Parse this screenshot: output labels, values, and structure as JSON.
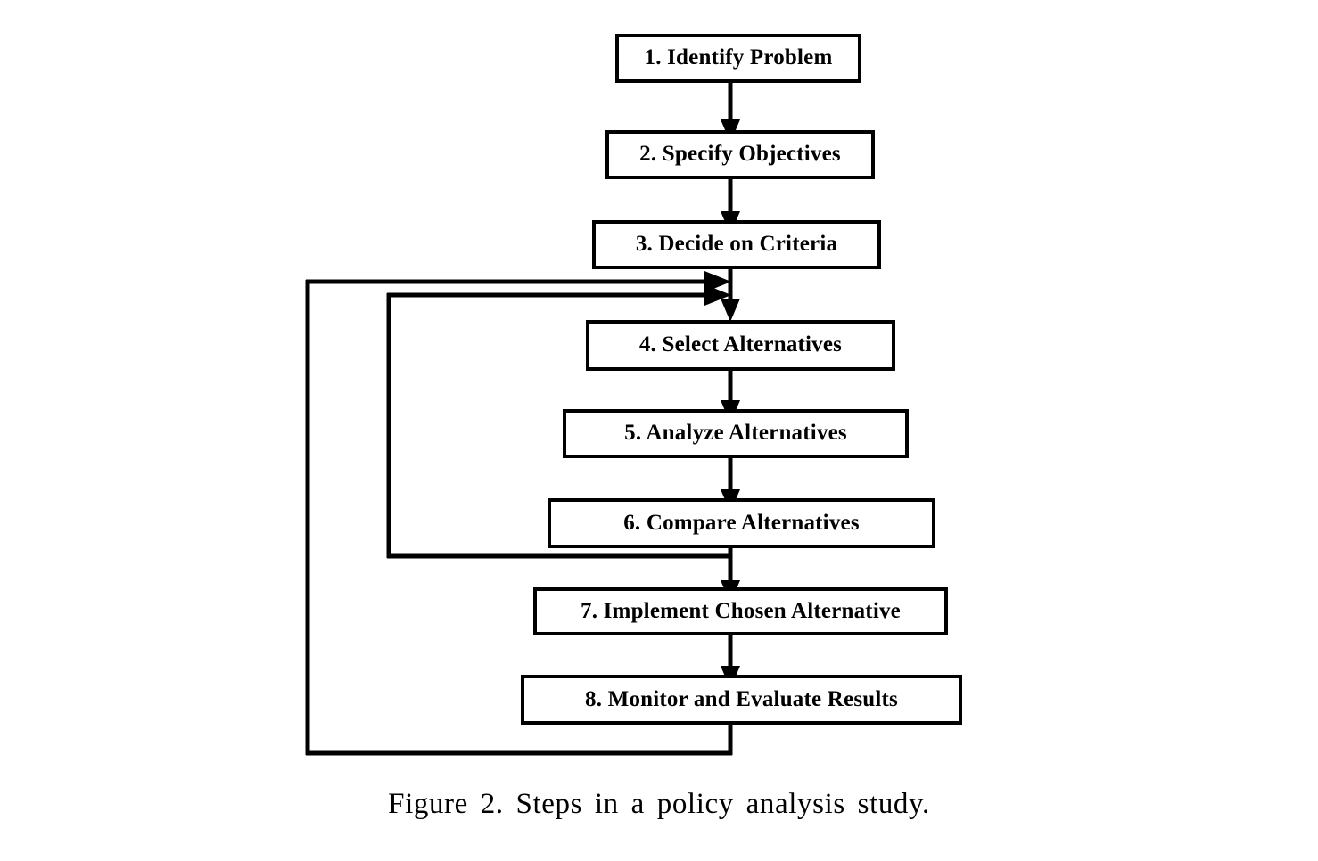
{
  "figure": {
    "caption": "Figure 2.  Steps in a policy analysis study.",
    "background_color": "#ffffff",
    "line_color": "#000000"
  },
  "diagram": {
    "type": "flowchart",
    "orientation": "top-to-bottom",
    "steps": [
      {
        "number": "1.",
        "title": "Identify Problem",
        "label": "1.  Identify Problem"
      },
      {
        "number": "2.",
        "title": "Specify Objectives",
        "label": "2.  Specify Objectives"
      },
      {
        "number": "3.",
        "title": "Decide on Criteria",
        "label": "3.  Decide on Criteria"
      },
      {
        "number": "4.",
        "title": "Select Alternatives",
        "label": "4.  Select Alternatives"
      },
      {
        "number": "5.",
        "title": "Analyze Alternatives",
        "label": "5.  Analyze Alternatives"
      },
      {
        "number": "6.",
        "title": "Compare Alternatives",
        "label": "6.  Compare Alternatives"
      },
      {
        "number": "7.",
        "title": "Implement Chosen Alternative",
        "label": "7.  Implement Chosen Alternative"
      },
      {
        "number": "8.",
        "title": "Monitor and Evaluate Results",
        "label": "8.  Monitor and Evaluate Results"
      }
    ],
    "connections": [
      {
        "from": "1",
        "to": "2",
        "kind": "arrow-down"
      },
      {
        "from": "2",
        "to": "3",
        "kind": "arrow-down"
      },
      {
        "from": "3",
        "to": "4",
        "kind": "arrow-down"
      },
      {
        "from": "4",
        "to": "5",
        "kind": "arrow-down"
      },
      {
        "from": "5",
        "to": "6",
        "kind": "arrow-down"
      },
      {
        "from": "6",
        "to": "7",
        "kind": "arrow-down"
      },
      {
        "from": "7",
        "to": "8",
        "kind": "arrow-down"
      },
      {
        "from": "6",
        "to": "4",
        "kind": "feedback-loop-inner",
        "note": "inner feedback loop re-enters above step 4"
      },
      {
        "from": "8",
        "to": "4",
        "kind": "feedback-loop-outer",
        "note": "outer feedback loop re-enters above step 4"
      }
    ]
  }
}
